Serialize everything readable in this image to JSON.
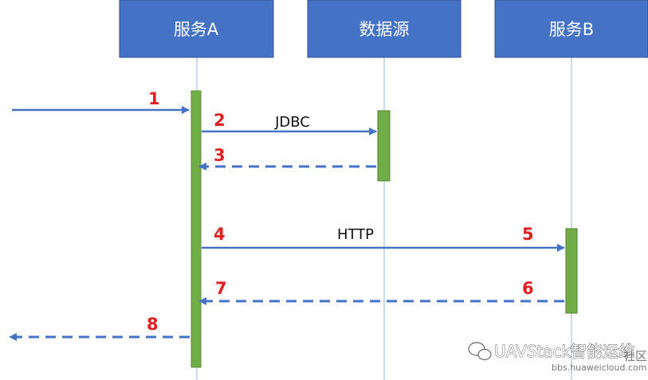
{
  "participants": {
    "service_a": "服务A",
    "data_source": "数据源",
    "service_b": "服务B"
  },
  "steps": {
    "s1": "1",
    "s2": "2",
    "s3": "3",
    "s4": "4",
    "s5": "5",
    "s6": "6",
    "s7": "7",
    "s8": "8"
  },
  "messages": {
    "jdbc": "JDBC",
    "http": "HTTP"
  },
  "watermark": {
    "title": "UAVStack智能运维",
    "url": "bbs.huaweicloud.com",
    "suffix": "社区"
  },
  "colors": {
    "header_fill": "#4472c4",
    "activation_fill": "#70ad47",
    "arrow": "#4472c4",
    "step_number": "#e02020"
  }
}
